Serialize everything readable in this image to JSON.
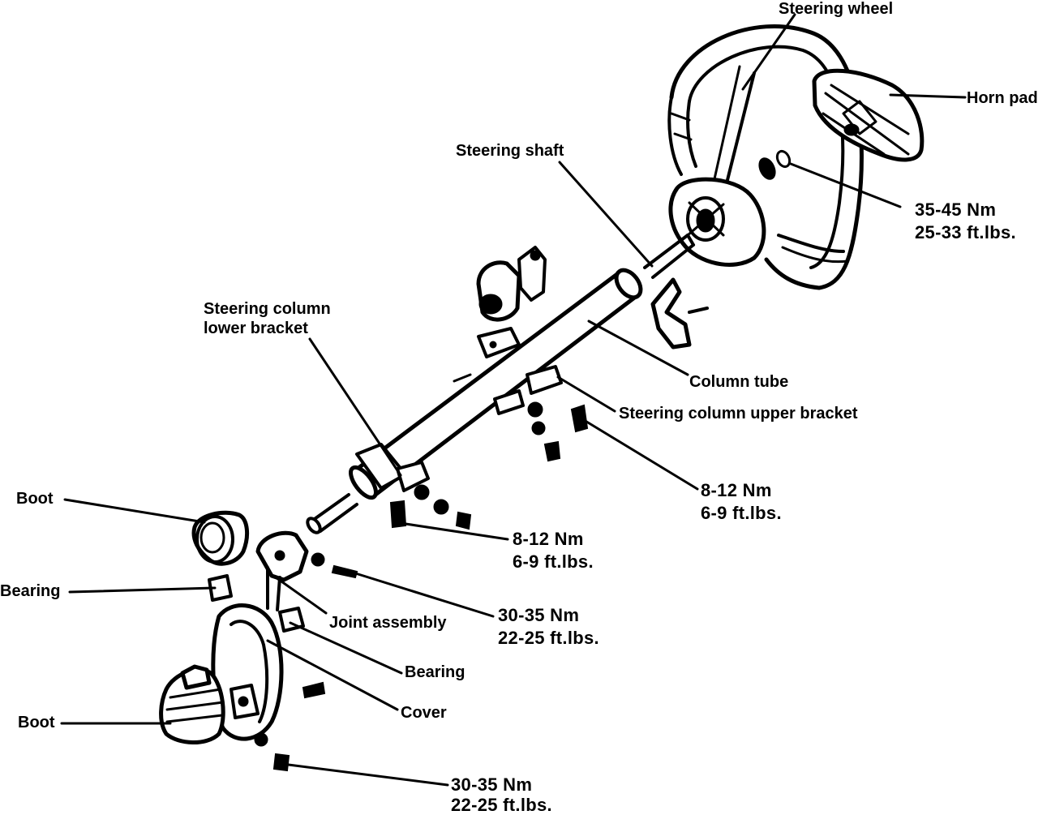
{
  "labels": {
    "steering_wheel": "Steering wheel",
    "horn_pad": "Horn pad",
    "steering_shaft": "Steering shaft",
    "torque_wheel_nm": "35-45 Nm",
    "torque_wheel_ft": "25-33 ft.lbs.",
    "column_lower_bracket_1": "Steering column",
    "column_lower_bracket_2": "lower bracket",
    "column_tube": "Column tube",
    "column_upper_bracket": "Steering column upper bracket",
    "torque_upper_nm": "8-12 Nm",
    "torque_upper_ft": "6-9 ft.lbs.",
    "torque_lower_nm": "8-12 Nm",
    "torque_lower_ft": "6-9 ft.lbs.",
    "boot_upper": "Boot",
    "bearing_left": "Bearing",
    "joint_assembly": "Joint assembly",
    "torque_joint_nm": "30-35 Nm",
    "torque_joint_ft": "22-25 ft.lbs.",
    "bearing_right": "Bearing",
    "cover": "Cover",
    "boot_lower": "Boot",
    "torque_bottom_nm": "30-35 Nm",
    "torque_bottom_ft": "22-25 ft.lbs."
  }
}
